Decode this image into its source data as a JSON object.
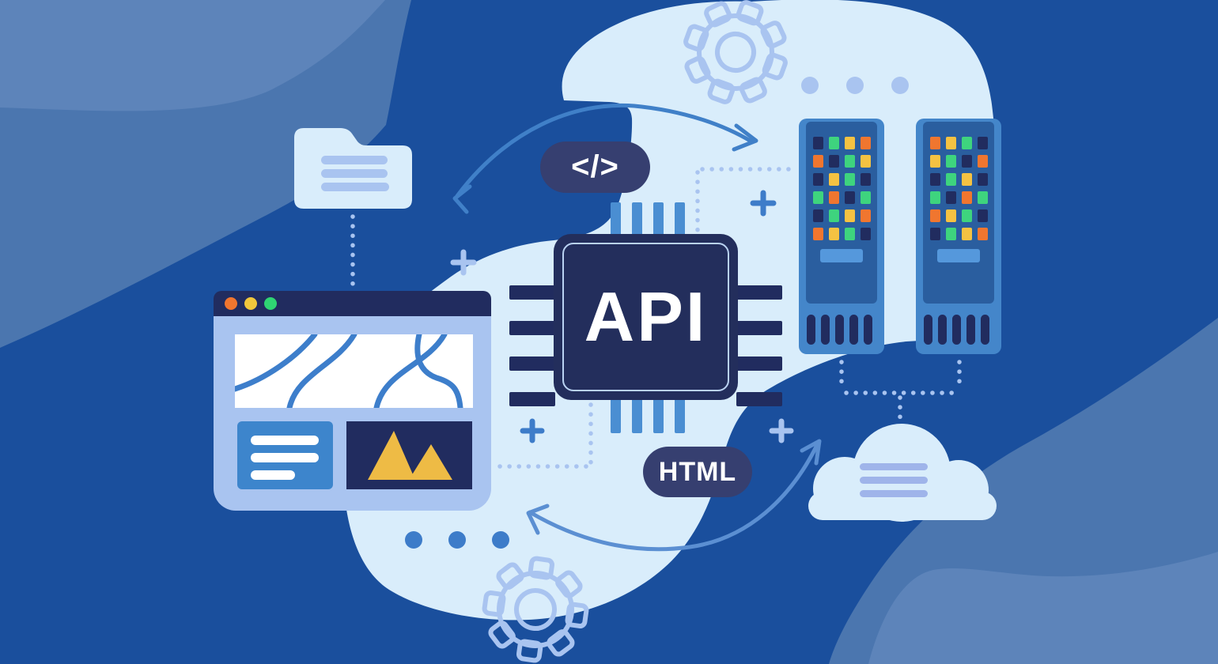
{
  "illustration": {
    "title": "API data flow concept illustration",
    "chip": {
      "label": "API"
    },
    "code_badge": {
      "label": "</>"
    },
    "html_badge": {
      "label": "HTML"
    },
    "browser": {
      "traffic_lights": [
        "#f0762f",
        "#f2c73c",
        "#2fd573"
      ]
    },
    "servers": {
      "racks": [
        {
          "lights": [
            [
              "navy",
              "green",
              "yellow",
              "orange"
            ],
            [
              "orange",
              "navy",
              "green",
              "yellow"
            ],
            [
              "navy",
              "yellow",
              "green",
              "navy"
            ],
            [
              "green",
              "orange",
              "navy",
              "green"
            ],
            [
              "navy",
              "green",
              "yellow",
              "orange"
            ],
            [
              "orange",
              "yellow",
              "green",
              "navy"
            ]
          ]
        },
        {
          "lights": [
            [
              "orange",
              "yellow",
              "green",
              "navy"
            ],
            [
              "yellow",
              "green",
              "navy",
              "orange"
            ],
            [
              "navy",
              "green",
              "yellow",
              "navy"
            ],
            [
              "green",
              "navy",
              "orange",
              "green"
            ],
            [
              "orange",
              "yellow",
              "green",
              "navy"
            ],
            [
              "navy",
              "green",
              "yellow",
              "orange"
            ]
          ]
        }
      ]
    },
    "colors": {
      "base": "#1a4f9d",
      "wave_light": "#5d84ba",
      "wave_medium": "#4b76af",
      "blob": "#d9edfb",
      "navy": "#212c5f",
      "chip_body": "#232e5c",
      "chip_border": "#b9d2f2",
      "pill": "#363f70",
      "periwinkle": "#a9c4f0",
      "cloud_line": "#9fb4ea",
      "accent_blue": "#3d7ecb",
      "panel_blue": "#3d85cc",
      "pin_blue": "#4a8ed2",
      "rack_body": "#4486ca",
      "rack_panel": "#2a5e9f",
      "slot_blue": "#5598dc",
      "arrow": "#4080c8",
      "arrow_light": "#5b8fd2",
      "dot_blue": "#3d7cc9",
      "green": "#3ed47e",
      "yellow": "#f5c242",
      "orange": "#f0762f",
      "mountain": "#eebb45",
      "white": "#ffffff"
    }
  }
}
